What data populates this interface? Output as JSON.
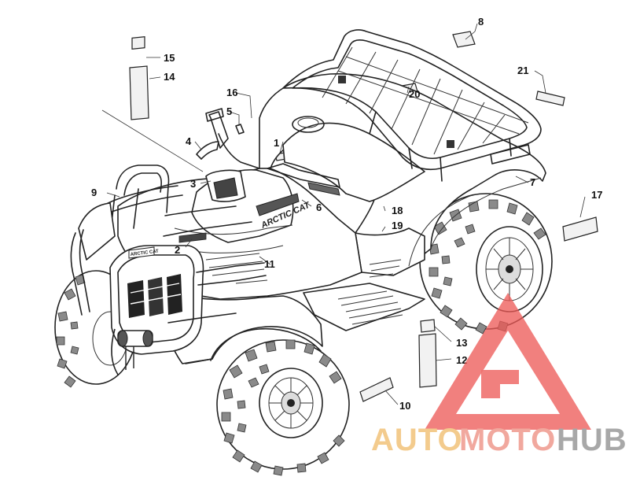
{
  "diagram": {
    "callouts": [
      {
        "id": "c1",
        "text": "1"
      },
      {
        "id": "c2",
        "text": "2"
      },
      {
        "id": "c3",
        "text": "3"
      },
      {
        "id": "c4",
        "text": "4"
      },
      {
        "id": "c5",
        "text": "5"
      },
      {
        "id": "c6",
        "text": "6"
      },
      {
        "id": "c7",
        "text": "7"
      },
      {
        "id": "c8",
        "text": "8"
      },
      {
        "id": "c9",
        "text": "9"
      },
      {
        "id": "c10",
        "text": "10"
      },
      {
        "id": "c11",
        "text": "11"
      },
      {
        "id": "c12",
        "text": "12"
      },
      {
        "id": "c13",
        "text": "13"
      },
      {
        "id": "c14",
        "text": "14"
      },
      {
        "id": "c15",
        "text": "15"
      },
      {
        "id": "c16",
        "text": "16"
      },
      {
        "id": "c17",
        "text": "17"
      },
      {
        "id": "c18",
        "text": "18"
      },
      {
        "id": "c19",
        "text": "19"
      },
      {
        "id": "c20",
        "text": "20"
      },
      {
        "id": "c21",
        "text": "21"
      }
    ],
    "tank_decal_text": "ARCTIC CAT",
    "bumper_text": "ARCTIC CAT"
  },
  "watermark": {
    "part1": "AUTO",
    "part2": "MOTO",
    "part3": "HUB",
    "color1": "#f2c27a",
    "color2": "#ef9a8e",
    "color3": "#9a9a9a",
    "triangle_color": "#ec5a56"
  }
}
